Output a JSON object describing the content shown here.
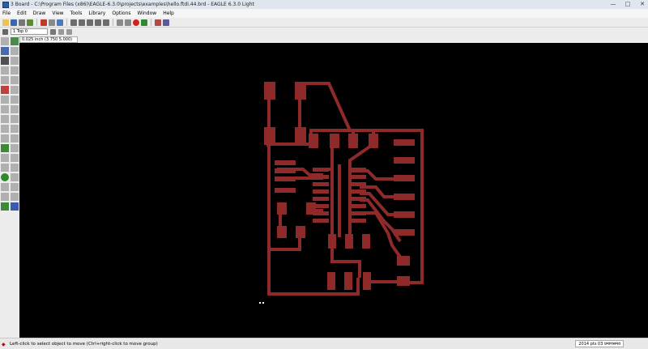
{
  "window": {
    "title": "3 Board - C:\\Program Files (x86)\\EAGLE-6.3.0\\projects\\examples\\hello.ftdi.44.brd - EAGLE 6.3.0 Light",
    "minimize": "—",
    "maximize": "□",
    "close": "✕"
  },
  "menu": [
    "File",
    "Edit",
    "Draw",
    "View",
    "Tools",
    "Library",
    "Options",
    "Window",
    "Help"
  ],
  "params": {
    "layer": "1 Top  0"
  },
  "coordinates": "0.025 inch (3.750 5.000)",
  "status": {
    "message": "Left-click to select object to move (Ctrl+right-click to move group)",
    "clock": "2014 pts 03 प्रमाणसमय"
  },
  "colors": {
    "copper": "#8e2a2a",
    "background": "#000000"
  }
}
